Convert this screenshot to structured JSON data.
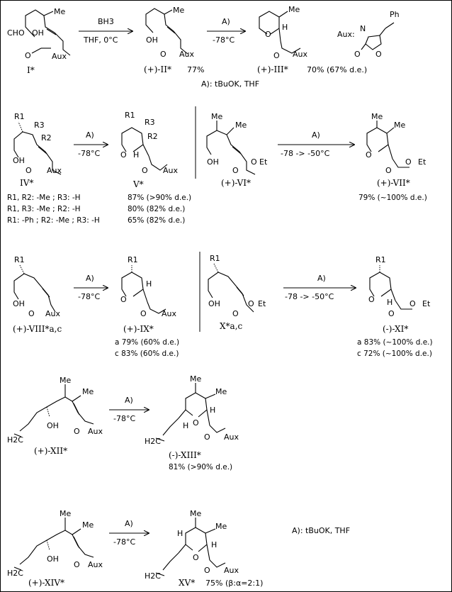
{
  "auxiliary": {
    "label": "Aux:",
    "phenyl": "Ph",
    "n_methyl": "N",
    "carbonyl_o": "O",
    "ring_o": "O"
  },
  "atoms": {
    "me": "Me",
    "aux": "Aux",
    "oh": "OH",
    "o": "O",
    "h": "H",
    "cho_oh": "CHO",
    "et": "Et",
    "h2c": "H2C",
    "r1": "R1",
    "r2": "R2",
    "r3": "R3"
  },
  "reagent_key": {
    "text_1": "A): tBuOK, THF",
    "text_2": "A): tBuOK, THF"
  },
  "reactions": [
    {
      "id": "r1",
      "reagent_top": "BH3",
      "reagent_bottom": "THF, 0°C",
      "start": "I*",
      "product": "(+)-II*",
      "product_yield": "77%"
    },
    {
      "id": "r2",
      "reagent_top": "A)",
      "reagent_bottom": "-78°C",
      "product": "(+)-III*",
      "product_yield": "70% (67% d.e.)"
    },
    {
      "id": "r3",
      "reagent_top": "A)",
      "reagent_bottom": "-78°C",
      "start": "IV*",
      "product": "V*",
      "variants": [
        {
          "key": "a",
          "subst": "R1, R2: -Me ; R3: -H",
          "yield": "87% (>90% d.e.)"
        },
        {
          "key": "b",
          "subst": "R1, R3: -Me ; R2: -H",
          "yield": "80% (82% d.e.)"
        },
        {
          "key": "c",
          "subst": "R1: -Ph ; R2: -Me ; R3: -H",
          "yield": "65% (82% d.e.)"
        }
      ]
    },
    {
      "id": "r4",
      "reagent_top": "A)",
      "reagent_bottom": "-78 -> -50°C",
      "start": "(+)-VI*",
      "product": "(+)-VII*",
      "product_yield": "79% (~100% d.e.)"
    },
    {
      "id": "r5",
      "reagent_top": "A)",
      "reagent_bottom": "-78°C",
      "start": "(+)-VIII*a,c",
      "product": "(+)-IX*",
      "yields": [
        "a 79% (60% d.e.)",
        "c 83% (60% d.e.)"
      ]
    },
    {
      "id": "r6",
      "reagent_top": "A)",
      "reagent_bottom": "-78 -> -50°C",
      "start": "X*a,c",
      "product": "(-)-XI*",
      "yields": [
        "a 83% (~100% d.e.)",
        "c 72% (~100% d.e.)"
      ]
    },
    {
      "id": "r7",
      "reagent_top": "A)",
      "reagent_bottom": "-78°C",
      "start": "(+)-XII*",
      "product": "(-)-XIII*",
      "product_yield": "81% (>90% d.e.)"
    },
    {
      "id": "r8",
      "reagent_top": "A)",
      "reagent_bottom": "-78°C",
      "start": "(+)-XIV*",
      "product": "XV*",
      "product_yield": "75% (β:α=2:1)"
    }
  ]
}
